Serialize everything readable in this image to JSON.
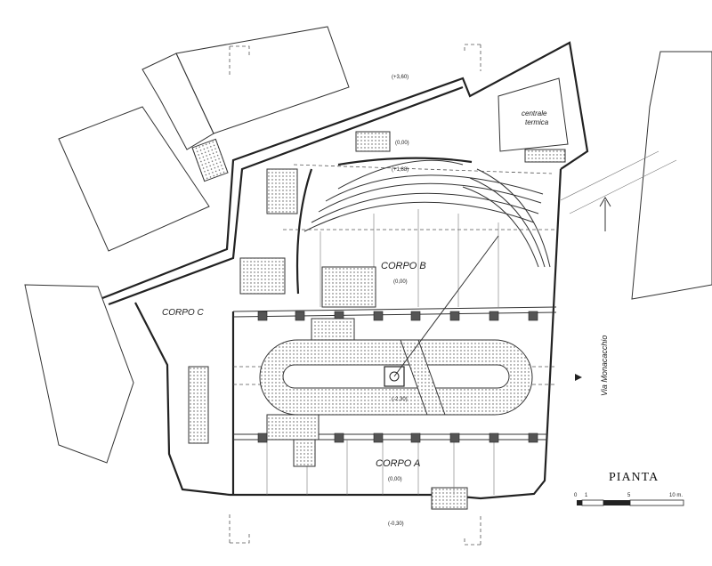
{
  "labels": {
    "corpo_a": "CORPO A",
    "corpo_b": "CORPO B",
    "corpo_c": "CORPO C",
    "centrale": "centrale",
    "termica": "termica",
    "via": "Via Monacacchio",
    "pianta": "PIANTA",
    "scale_0": "0",
    "scale_1": "1",
    "scale_5": "5",
    "scale_10": "10 m."
  },
  "elevations": {
    "top": "(+3,60)",
    "mid_stair": "(0,00)",
    "tier": "(+1,88)",
    "corpo_b": "(0,00)",
    "pit": "(-2,30)",
    "corpo_a": "(0,00)",
    "bottom": "(-0,30)"
  }
}
